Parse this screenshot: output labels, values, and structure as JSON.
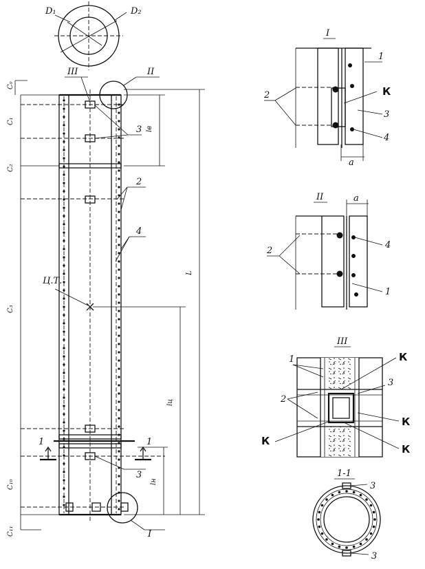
{
  "plan": {
    "d1": "D₁",
    "d2": "D₂"
  },
  "column": {
    "callout_III": "III",
    "callout_II": "II",
    "callout_I": "I",
    "label_3_top": "3",
    "label_3_bottom": "3",
    "label_2": "2",
    "label_4": "4",
    "label_lb": "lв",
    "label_center": "Ц.Т.",
    "label_L": "L",
    "label_lc": "lц",
    "label_ln": "lн",
    "section_mark_left": "1",
    "section_mark_right": "1",
    "dims": [
      "C₀",
      "C₁",
      "C₂",
      "C₃",
      "C₁₀",
      "C₁₁"
    ]
  },
  "detail_I": {
    "title": "I",
    "l1": "1",
    "l2": "2",
    "l3": "3",
    "l4": "4",
    "k": "К",
    "a": "a"
  },
  "detail_II": {
    "title": "II",
    "l1": "1",
    "l2": "2",
    "l4": "4",
    "a": "a"
  },
  "detail_III": {
    "title": "III",
    "l1": "1",
    "l2": "2",
    "l3": "3",
    "k1": "К",
    "k2": "К",
    "k3": "К",
    "k4": "К"
  },
  "section_1_1": {
    "title": "1-1",
    "l3_top": "3",
    "l3_bottom": "3"
  }
}
